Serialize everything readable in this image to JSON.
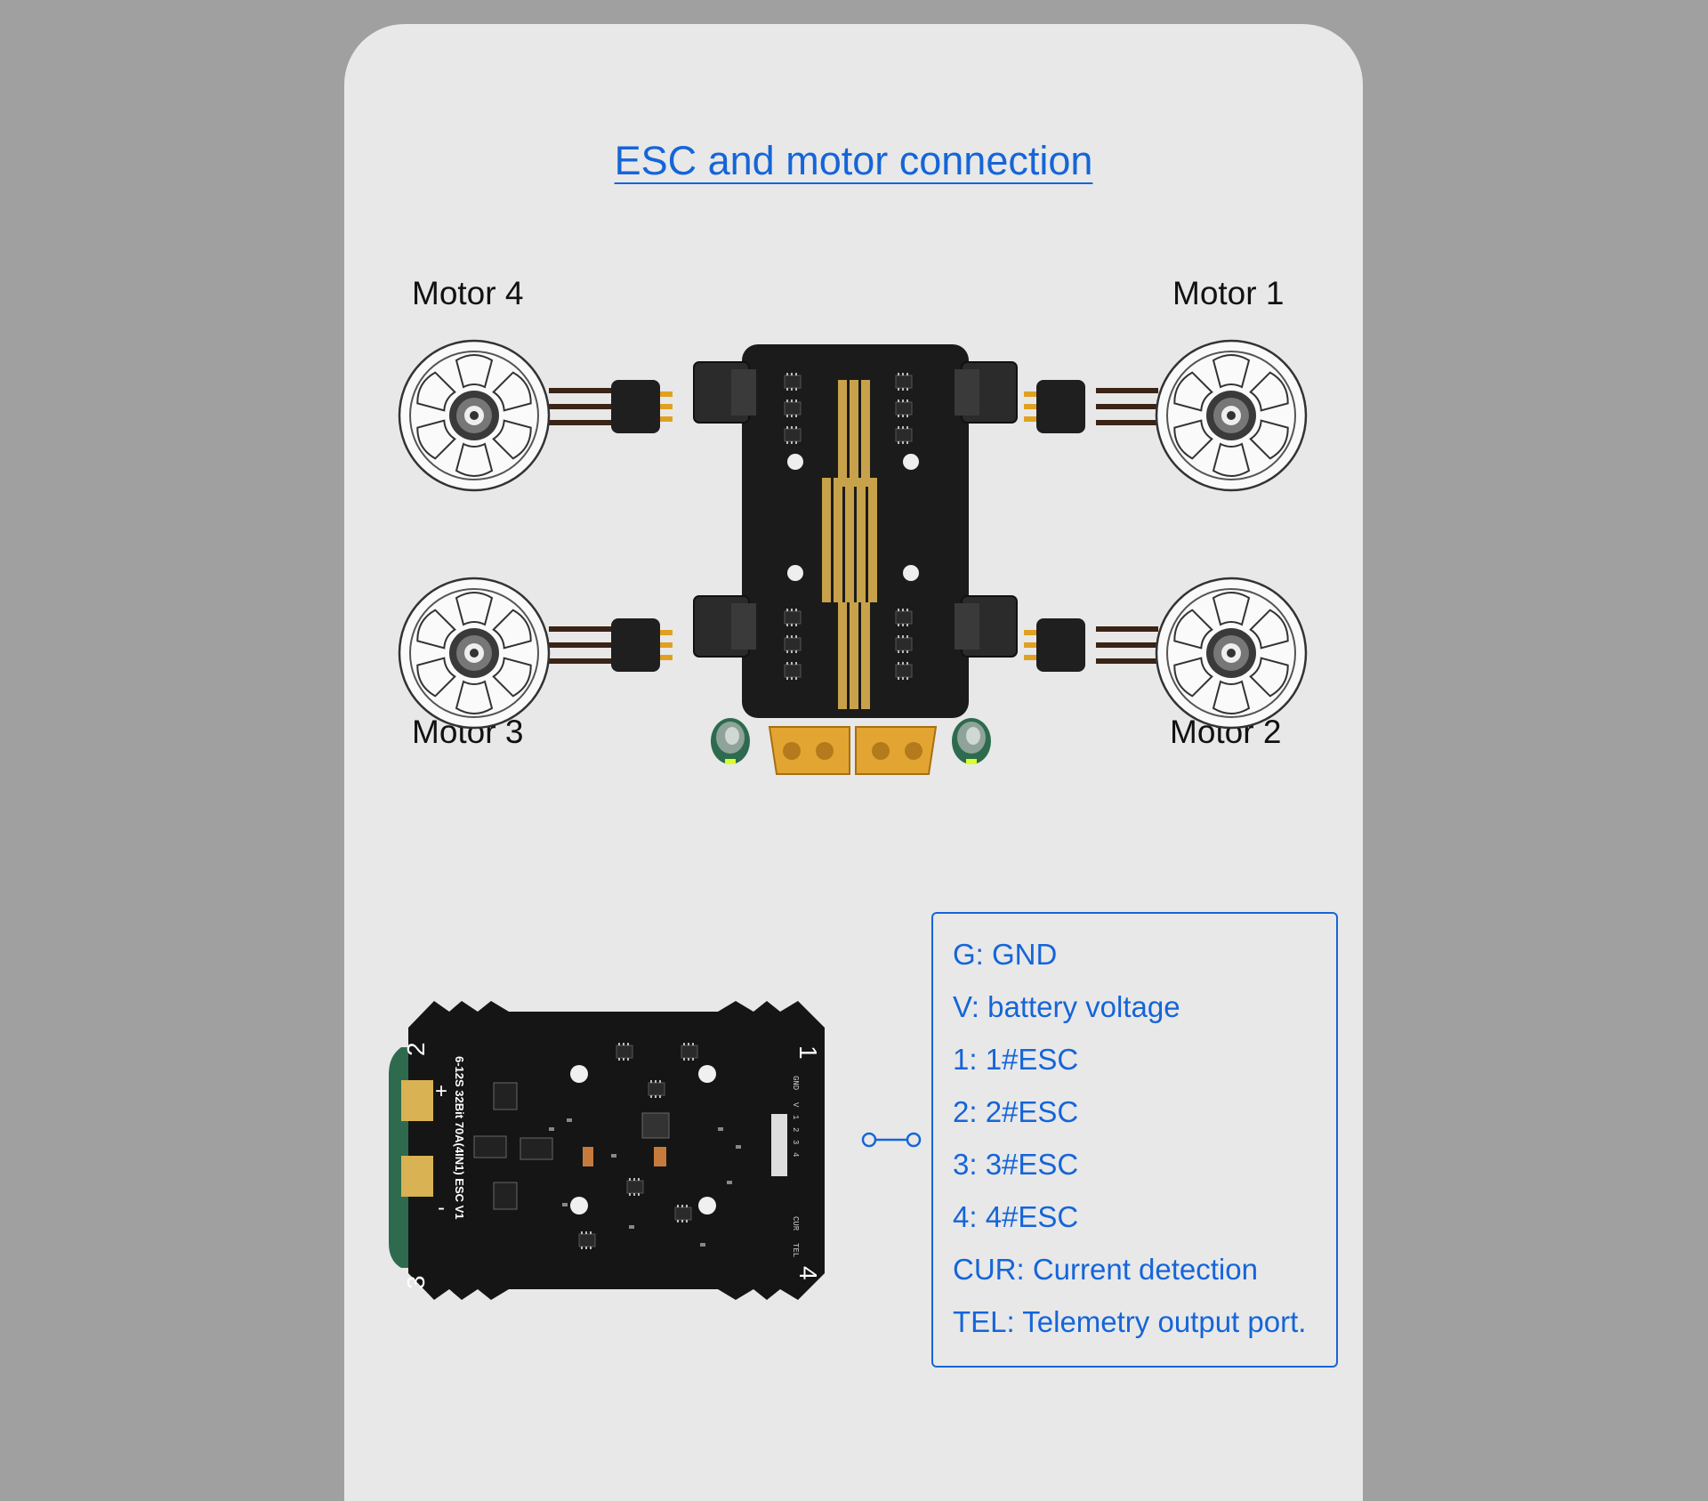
{
  "title": "ESC and motor connection",
  "motors": {
    "m4": "Motor 4",
    "m1": "Motor 1",
    "m3": "Motor 3",
    "m2": "Motor 2"
  },
  "pcb_bottom": {
    "silkscreen": "6-12S 32Bit 70A(4IN1) ESC V1",
    "pad_labels": [
      "2",
      "1",
      "3",
      "4",
      "+",
      "-"
    ],
    "pin_labels": [
      "GND",
      "V",
      "1",
      "2",
      "3",
      "4",
      "CUR",
      "TEL"
    ]
  },
  "legend": [
    "G:  GND",
    "V:  battery voltage",
    "1:  1#ESC",
    "2:  2#ESC",
    "3:  3#ESC",
    "4:  4#ESC",
    "CUR:  Current detection",
    "TEL:  Telemetry output port."
  ],
  "colors": {
    "accent": "#1565d8",
    "pcb": "#1b1b1b",
    "gold": "#c8a24a",
    "card": "#e8e8e9"
  }
}
